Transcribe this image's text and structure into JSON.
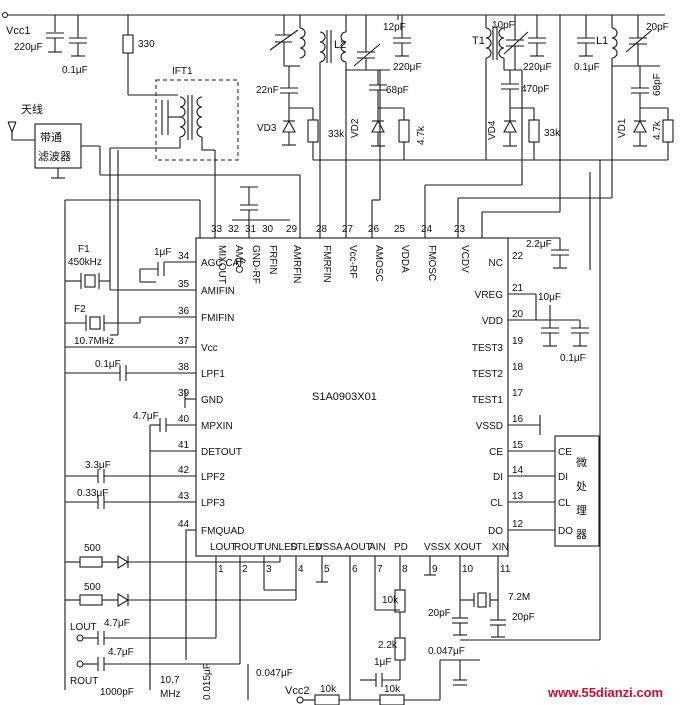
{
  "power": {
    "vcc1": "Vcc1",
    "vcc2": "Vcc2"
  },
  "antenna": {
    "label": "天线",
    "filter_line1": "带通",
    "filter_line2": "滤波器"
  },
  "ic": {
    "part_number": "S1A0903X01",
    "pins_top": [
      {
        "num": "33",
        "name": "MIXOUT"
      },
      {
        "num": "32",
        "name": "AMLO"
      },
      {
        "num": "31",
        "name": "GND-RF"
      },
      {
        "num": "30",
        "name": "FRFIN"
      },
      {
        "num": "29",
        "name": "AMRFIN"
      },
      {
        "num": "28",
        "name": "FMRFIN"
      },
      {
        "num": "27",
        "name": "Vcc-RF"
      },
      {
        "num": "26",
        "name": "AMOSC"
      },
      {
        "num": "25",
        "name": "VDDA"
      },
      {
        "num": "24",
        "name": "FMOSC"
      },
      {
        "num": "23",
        "name": "VCDV"
      }
    ],
    "pins_left": [
      {
        "num": "34",
        "name": "AGC CAP"
      },
      {
        "num": "35",
        "name": "AMIFIN"
      },
      {
        "num": "36",
        "name": "FMIFIN"
      },
      {
        "num": "37",
        "name": "Vcc"
      },
      {
        "num": "38",
        "name": "LPF1"
      },
      {
        "num": "39",
        "name": "GND"
      },
      {
        "num": "40",
        "name": "MPXIN"
      },
      {
        "num": "41",
        "name": "DETOUT"
      },
      {
        "num": "42",
        "name": "LPF2"
      },
      {
        "num": "43",
        "name": "LPF3"
      },
      {
        "num": "44",
        "name": "FMQUAD"
      }
    ],
    "pins_right": [
      {
        "num": "22",
        "name": "NC"
      },
      {
        "num": "21",
        "name": "VREG"
      },
      {
        "num": "20",
        "name": "VDD"
      },
      {
        "num": "19",
        "name": "TEST3"
      },
      {
        "num": "18",
        "name": "TEST2"
      },
      {
        "num": "17",
        "name": "TEST1"
      },
      {
        "num": "16",
        "name": "VSSD"
      },
      {
        "num": "15",
        "name": "CE"
      },
      {
        "num": "14",
        "name": "DI"
      },
      {
        "num": "13",
        "name": "CL"
      },
      {
        "num": "12",
        "name": "DO"
      }
    ],
    "pins_bottom": [
      {
        "num": "1",
        "name": "LOUT"
      },
      {
        "num": "2",
        "name": "ROUT"
      },
      {
        "num": "3",
        "name": "TUNLED"
      },
      {
        "num": "4",
        "name": "STLED"
      },
      {
        "num": "5",
        "name": "VSSA"
      },
      {
        "num": "6",
        "name": "AOUT"
      },
      {
        "num": "7",
        "name": "AIN"
      },
      {
        "num": "8",
        "name": "PD"
      },
      {
        "num": "9",
        "name": "VSSX"
      },
      {
        "num": "10",
        "name": "XOUT"
      },
      {
        "num": "11",
        "name": "XIN"
      }
    ]
  },
  "mcu": {
    "label_chars": [
      "微",
      "处",
      "理",
      "器"
    ],
    "pins": [
      "CE",
      "DI",
      "CL",
      "DO"
    ]
  },
  "parts": {
    "c_vcc1": "220μF",
    "c_vcc1b": "0.1μF",
    "r330": "330",
    "ift1": "IFT1",
    "c22n": "22nF",
    "vd3": "VD3",
    "r33k_a": "33k",
    "l2": "L2",
    "c12p": "12pF",
    "c220_a": "220μF",
    "vd2": "VD2",
    "c68_a": "68pF",
    "r47_a": "4.7k",
    "t1": "T1",
    "c10p": "10pF",
    "c220_b": "220μF",
    "c470": "470pF",
    "vd4": "VD4",
    "r33k_b": "33k",
    "l1": "L1",
    "c01_top": "0.1μF",
    "c20p": "20pF",
    "c68_b": "68pF",
    "vd1": "VD1",
    "r47_b": "4.7k",
    "f1": "F1",
    "f1_freq": "450kHz",
    "f2": "F2",
    "f2_freq": "10.7MHz",
    "c1u": "1μF",
    "c01_lpf1": "0.1μF",
    "c47_mpx": "4.7μF",
    "c33": "3.3μF",
    "c033": "0.33μF",
    "c22u": "2.2μF",
    "c10u": "10μF",
    "c01_r": "0.1μF",
    "r500_a": "500",
    "r500_b": "500",
    "lout": "LOUT",
    "rout": "ROUT",
    "c47_lout": "4.7μF",
    "c47_rout": "4.7μF",
    "c1000": "1000pF",
    "coil_107": "10.7",
    "coil_mhz": "MHz",
    "c0015": "0.015μF",
    "c0047_a": "0.047μF",
    "r10k_v": "10k",
    "r22k": "2.2k",
    "c1u_b": "1μF",
    "c0047_b": "0.047μF",
    "r10k_a": "10k",
    "r10k_b": "10k",
    "c20p_x1": "20pF",
    "xtal": "7.2M",
    "c20p_x2": "20pF"
  },
  "watermark": "www.55dianzi.com"
}
